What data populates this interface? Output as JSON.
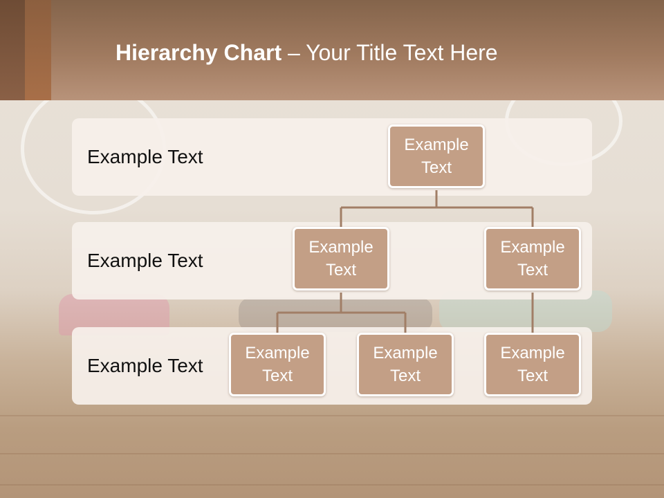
{
  "slide": {
    "title_bold": "Hierarchy Chart",
    "title_rest": " – Your Title Text Here"
  },
  "rows": [
    {
      "label": "Example Text"
    },
    {
      "label": "Example Text"
    },
    {
      "label": "Example Text"
    }
  ],
  "nodes": {
    "root": "Example\nText",
    "level2_left": "Example\nText",
    "level2_right": "Example\nText",
    "level3_a": "Example\nText",
    "level3_b": "Example\nText",
    "level3_c": "Example\nText"
  },
  "colors": {
    "header": "#a07a5f",
    "node_fill": "#c39f86",
    "node_border": "#ffffff",
    "connector": "#a17e66",
    "row_band": "#f6f0eb"
  }
}
